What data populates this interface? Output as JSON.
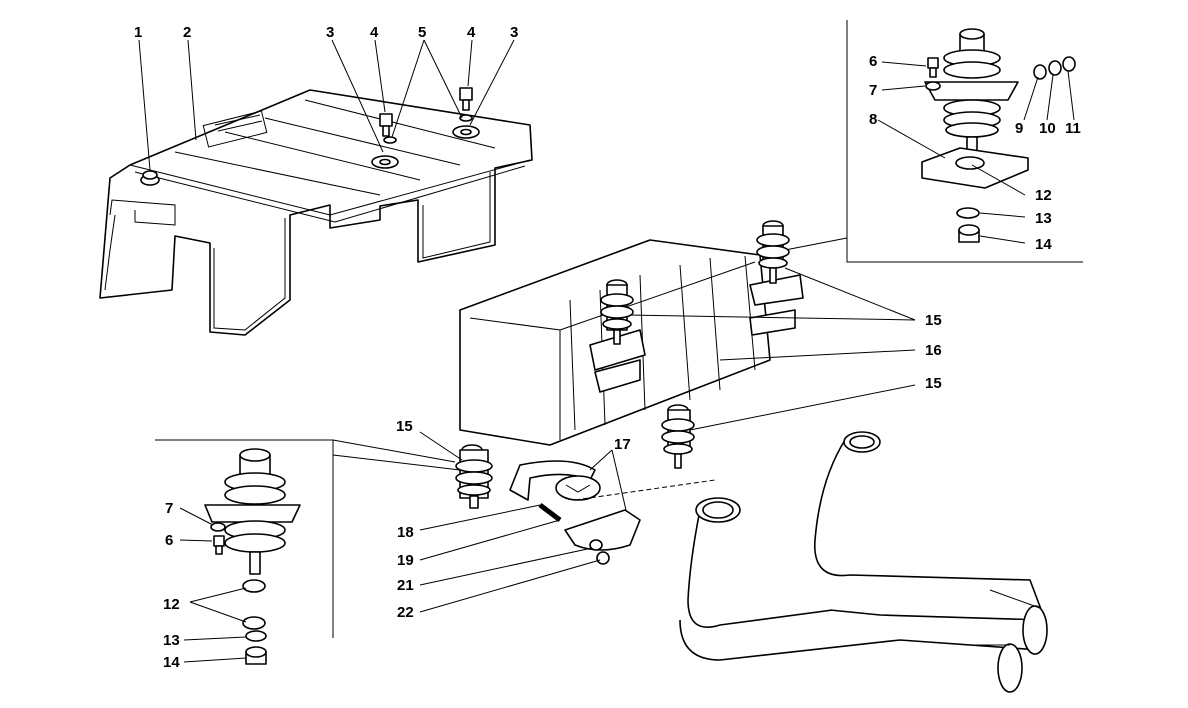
{
  "callouts": {
    "c1": "1",
    "c2": "2",
    "c3a": "3",
    "c4a": "4",
    "c5": "5",
    "c4b": "4",
    "c3b": "3",
    "c6a": "6",
    "c7a": "7",
    "c8": "8",
    "c9": "9",
    "c10": "10",
    "c11": "11",
    "c12a": "12",
    "c13a": "13",
    "c14a": "14",
    "c15a": "15",
    "c16": "16",
    "c15b": "15",
    "c15c": "15",
    "c17": "17",
    "c18": "18",
    "c19": "19",
    "c21": "21",
    "c22": "22",
    "c7b": "7",
    "c6b": "6",
    "c12b": "12",
    "c13b": "13",
    "c14b": "14"
  }
}
